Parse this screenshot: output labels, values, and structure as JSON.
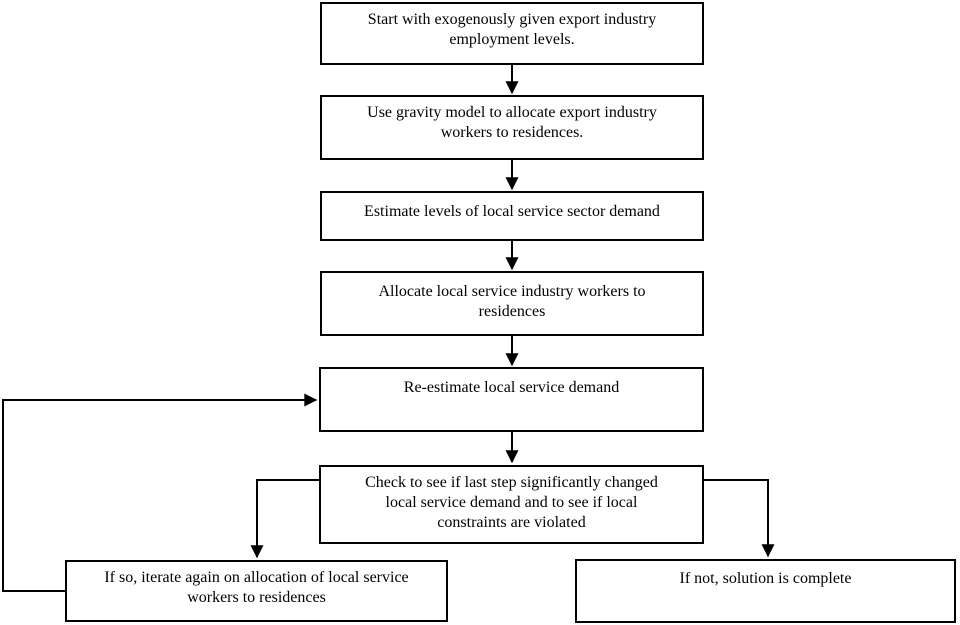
{
  "diagram": {
    "type": "flowchart",
    "colors": {
      "line": "#000000",
      "box_fill": "#ffffff",
      "background": "#ffffff",
      "text": "#000000"
    },
    "nodes": [
      {
        "id": "start",
        "label": "Start with exogenously given export industry\nemployment levels."
      },
      {
        "id": "gravity",
        "label": "Use gravity model to allocate export industry\nworkers to residences."
      },
      {
        "id": "estimate",
        "label": "Estimate levels of local service sector demand"
      },
      {
        "id": "allocate",
        "label": "Allocate local service industry workers to\nresidences"
      },
      {
        "id": "reestimate",
        "label": "Re-estimate local service demand"
      },
      {
        "id": "check",
        "label": "Check to see if last step significantly changed\nlocal service demand and to see if local\nconstraints are violated"
      },
      {
        "id": "iterate",
        "label": "If so, iterate again on allocation of local service\nworkers to residences"
      },
      {
        "id": "complete",
        "label": "If not, solution is complete"
      }
    ],
    "edges": [
      {
        "from": "start",
        "to": "gravity"
      },
      {
        "from": "gravity",
        "to": "estimate"
      },
      {
        "from": "estimate",
        "to": "allocate"
      },
      {
        "from": "allocate",
        "to": "reestimate"
      },
      {
        "from": "reestimate",
        "to": "check"
      },
      {
        "from": "check",
        "to": "iterate"
      },
      {
        "from": "check",
        "to": "complete"
      },
      {
        "from": "iterate",
        "to": "reestimate"
      }
    ]
  }
}
